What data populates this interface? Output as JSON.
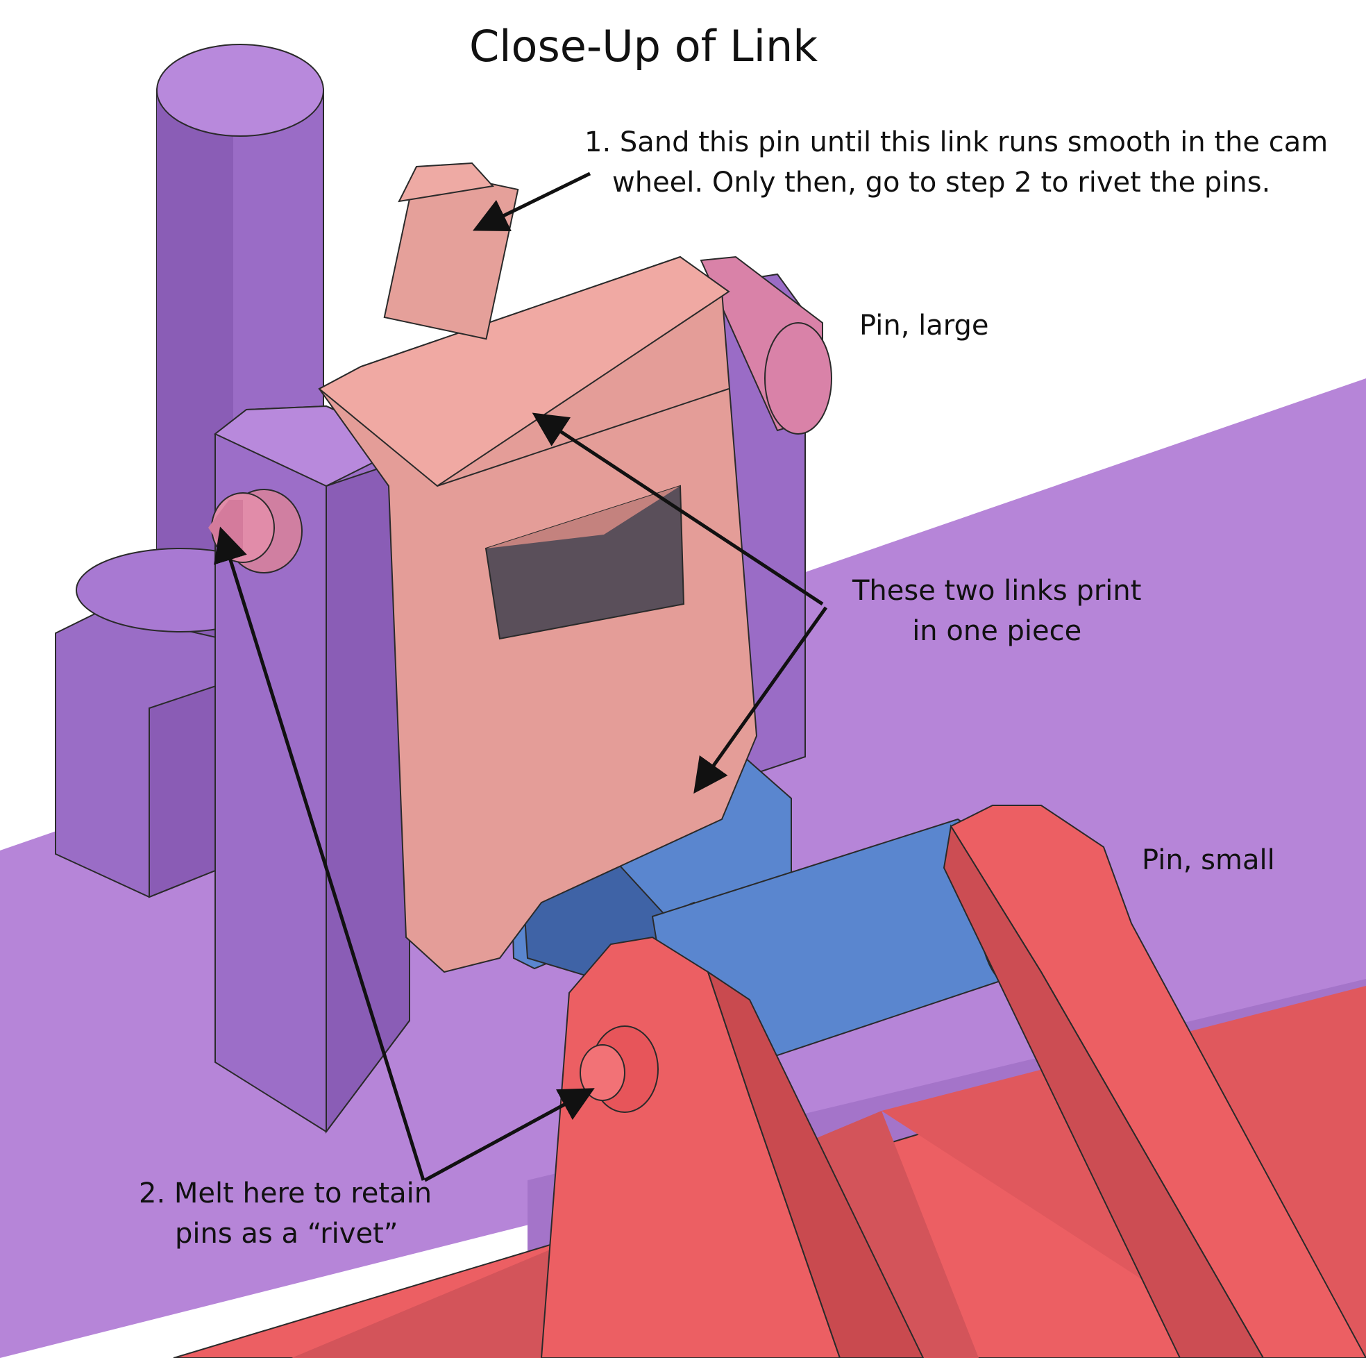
{
  "title": "Close-Up of Link",
  "annotations": {
    "step1": {
      "line1": "1. Sand this pin until this link runs smooth in the cam",
      "line2": "wheel.  Only then, go to step 2 to rivet the pins."
    },
    "pin_large": "Pin, large",
    "two_links": {
      "line1": "These two links print",
      "line2": "in one piece"
    },
    "pin_small": "Pin, small",
    "step2": {
      "line1": "2. Melt here to retain",
      "line2": "pins as a “rivet”"
    }
  },
  "colors": {
    "frame_purple": "#b685d8",
    "frame_purple_dark": "#8f66b8",
    "link_pink": "#e9a09b",
    "link_pink_dark": "#c8807c",
    "link_blue": "#5a86cf",
    "link_blue_dark": "#3f63a6",
    "base_red": "#ec5f63",
    "base_red_dark": "#c94a4f",
    "pin_pink": "#de8aa2",
    "arrow": "#111111",
    "outline": "#2a2a2a"
  }
}
